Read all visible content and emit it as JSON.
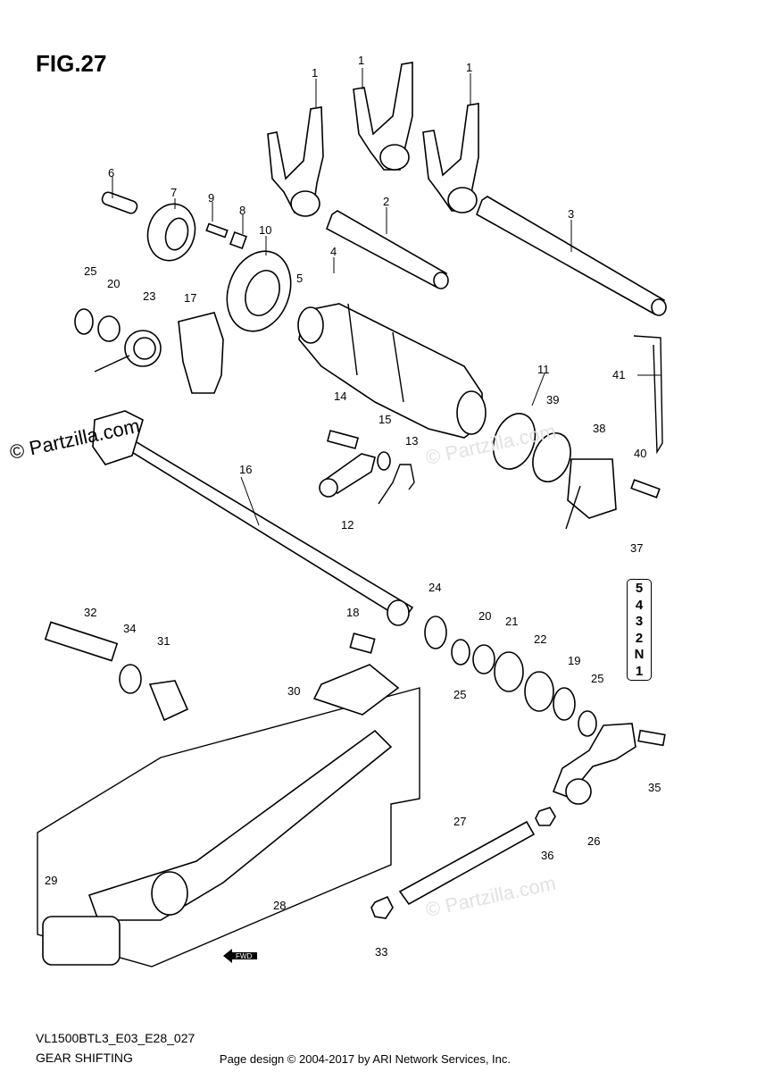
{
  "figure_title": "FIG.27",
  "model_code": "VL1500BTL3_E03_E28_027",
  "section_title": "GEAR SHIFTING",
  "footer": "Page design © 2004-2017 by ARI Network Services, Inc.",
  "watermarks": {
    "main": "© Partzilla.com",
    "faint": "© Partzilla.com"
  },
  "gear_indicator": [
    "5",
    "4",
    "3",
    "2",
    "N",
    "1"
  ],
  "fwd_label": "FWD",
  "callouts": [
    "1",
    "1",
    "1",
    "2",
    "3",
    "4",
    "5",
    "6",
    "7",
    "8",
    "9",
    "10",
    "11",
    "12",
    "13",
    "14",
    "15",
    "16",
    "17",
    "18",
    "19",
    "20",
    "20",
    "21",
    "22",
    "23",
    "24",
    "25",
    "25",
    "25",
    "26",
    "27",
    "28",
    "29",
    "30",
    "31",
    "32",
    "33",
    "34",
    "35",
    "36",
    "37",
    "38",
    "39",
    "40",
    "41"
  ]
}
